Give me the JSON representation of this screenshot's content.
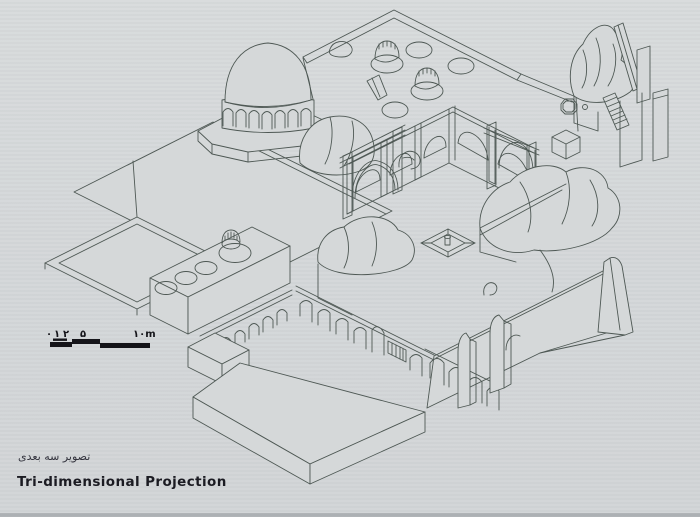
{
  "page": {
    "background_color": "#d5d8d9",
    "line_color": "#4e5854",
    "ink_color": "#15151a"
  },
  "captions": {
    "persian": "تصویر سه بعدی",
    "english": "Tri-dimensional Projection"
  },
  "scale_bar": {
    "label_zero": "۰",
    "label_one": "۱",
    "label_two": "۲",
    "label_five": "۵",
    "label_ten": "۱۰m"
  },
  "figure": {
    "type": "axonometric-line-drawing",
    "features": [
      "main-dome",
      "roof-skylights",
      "vent-domes",
      "billowing-vaults",
      "colonnaded-court",
      "pool-with-fountain",
      "stairways",
      "arched-walls",
      "buttresses",
      "roof-terraces"
    ]
  }
}
